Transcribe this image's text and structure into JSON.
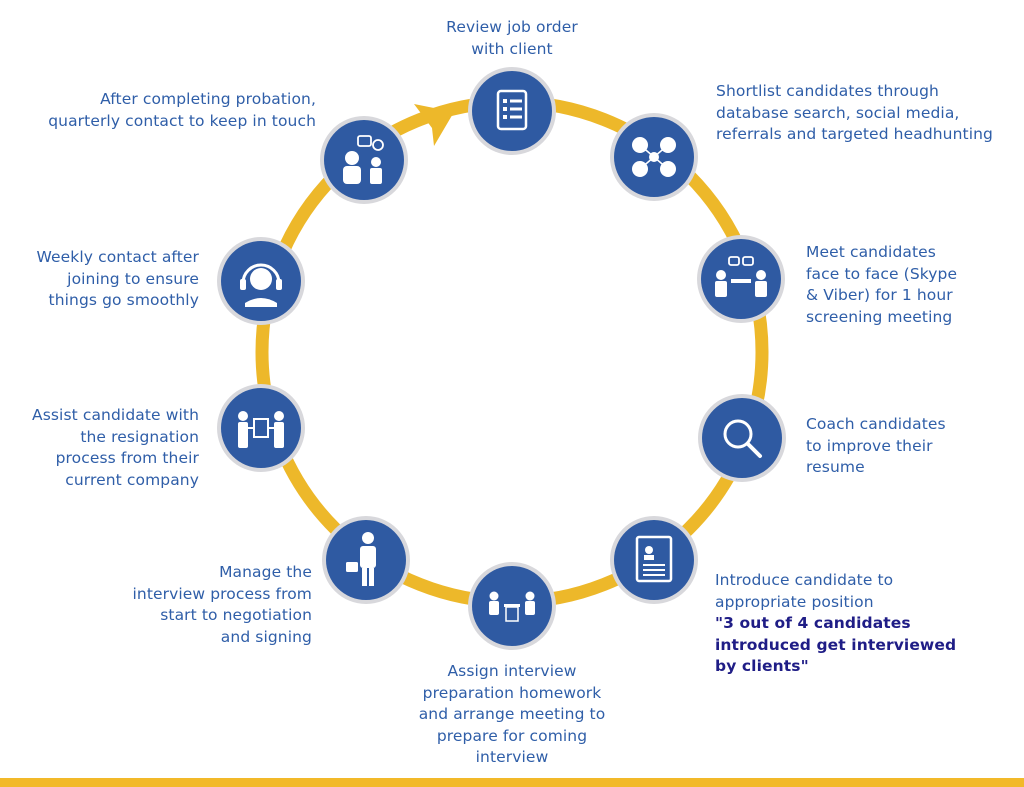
{
  "colors": {
    "ring": "#edb82a",
    "node_fill": "#2f5aa2",
    "node_border": "#d8d8dc",
    "text": "#2f5ea8",
    "highlight_text": "#1f1d86",
    "bottom_bar": "#f2b929"
  },
  "steps": [
    {
      "id": "review",
      "icon": "document-checklist-icon",
      "lines": [
        "Review job order",
        "with client"
      ]
    },
    {
      "id": "shortlist",
      "icon": "social-media-network-icon",
      "lines": [
        "Shortlist candidates through",
        "database search, social media,",
        "referrals and targeted headhunting"
      ]
    },
    {
      "id": "meet",
      "icon": "meeting-table-icon",
      "lines": [
        "Meet candidates",
        "face to face (Skype",
        "& Viber) for 1 hour",
        "screening meeting"
      ]
    },
    {
      "id": "coach",
      "icon": "magnifier-icon",
      "lines": [
        "Coach candidates",
        "to improve their",
        "resume"
      ]
    },
    {
      "id": "introduce",
      "icon": "resume-profile-icon",
      "lines": [
        "Introduce candidate to",
        "appropriate position"
      ],
      "quote_lines": [
        "\"3 out of 4 candidates",
        "introduced get interviewed",
        "by clients\""
      ]
    },
    {
      "id": "assign",
      "icon": "interview-desk-icon",
      "lines": [
        "Assign interview",
        "preparation homework",
        "and arrange meeting to",
        "prepare for coming",
        "interview"
      ]
    },
    {
      "id": "manage",
      "icon": "businessman-briefcase-icon",
      "lines": [
        "Manage the",
        "interview process from",
        "start to negotiation",
        "and signing"
      ]
    },
    {
      "id": "assist",
      "icon": "handover-document-icon",
      "lines": [
        "Assist candidate with",
        "the resignation",
        "process from their",
        "current company"
      ]
    },
    {
      "id": "weekly",
      "icon": "headset-support-icon",
      "lines": [
        "Weekly contact after",
        "joining to ensure",
        "things go smoothly"
      ]
    },
    {
      "id": "quarterly",
      "icon": "people-chat-icon",
      "lines": [
        "After completing probation,",
        "quarterly contact to keep in touch"
      ]
    }
  ]
}
